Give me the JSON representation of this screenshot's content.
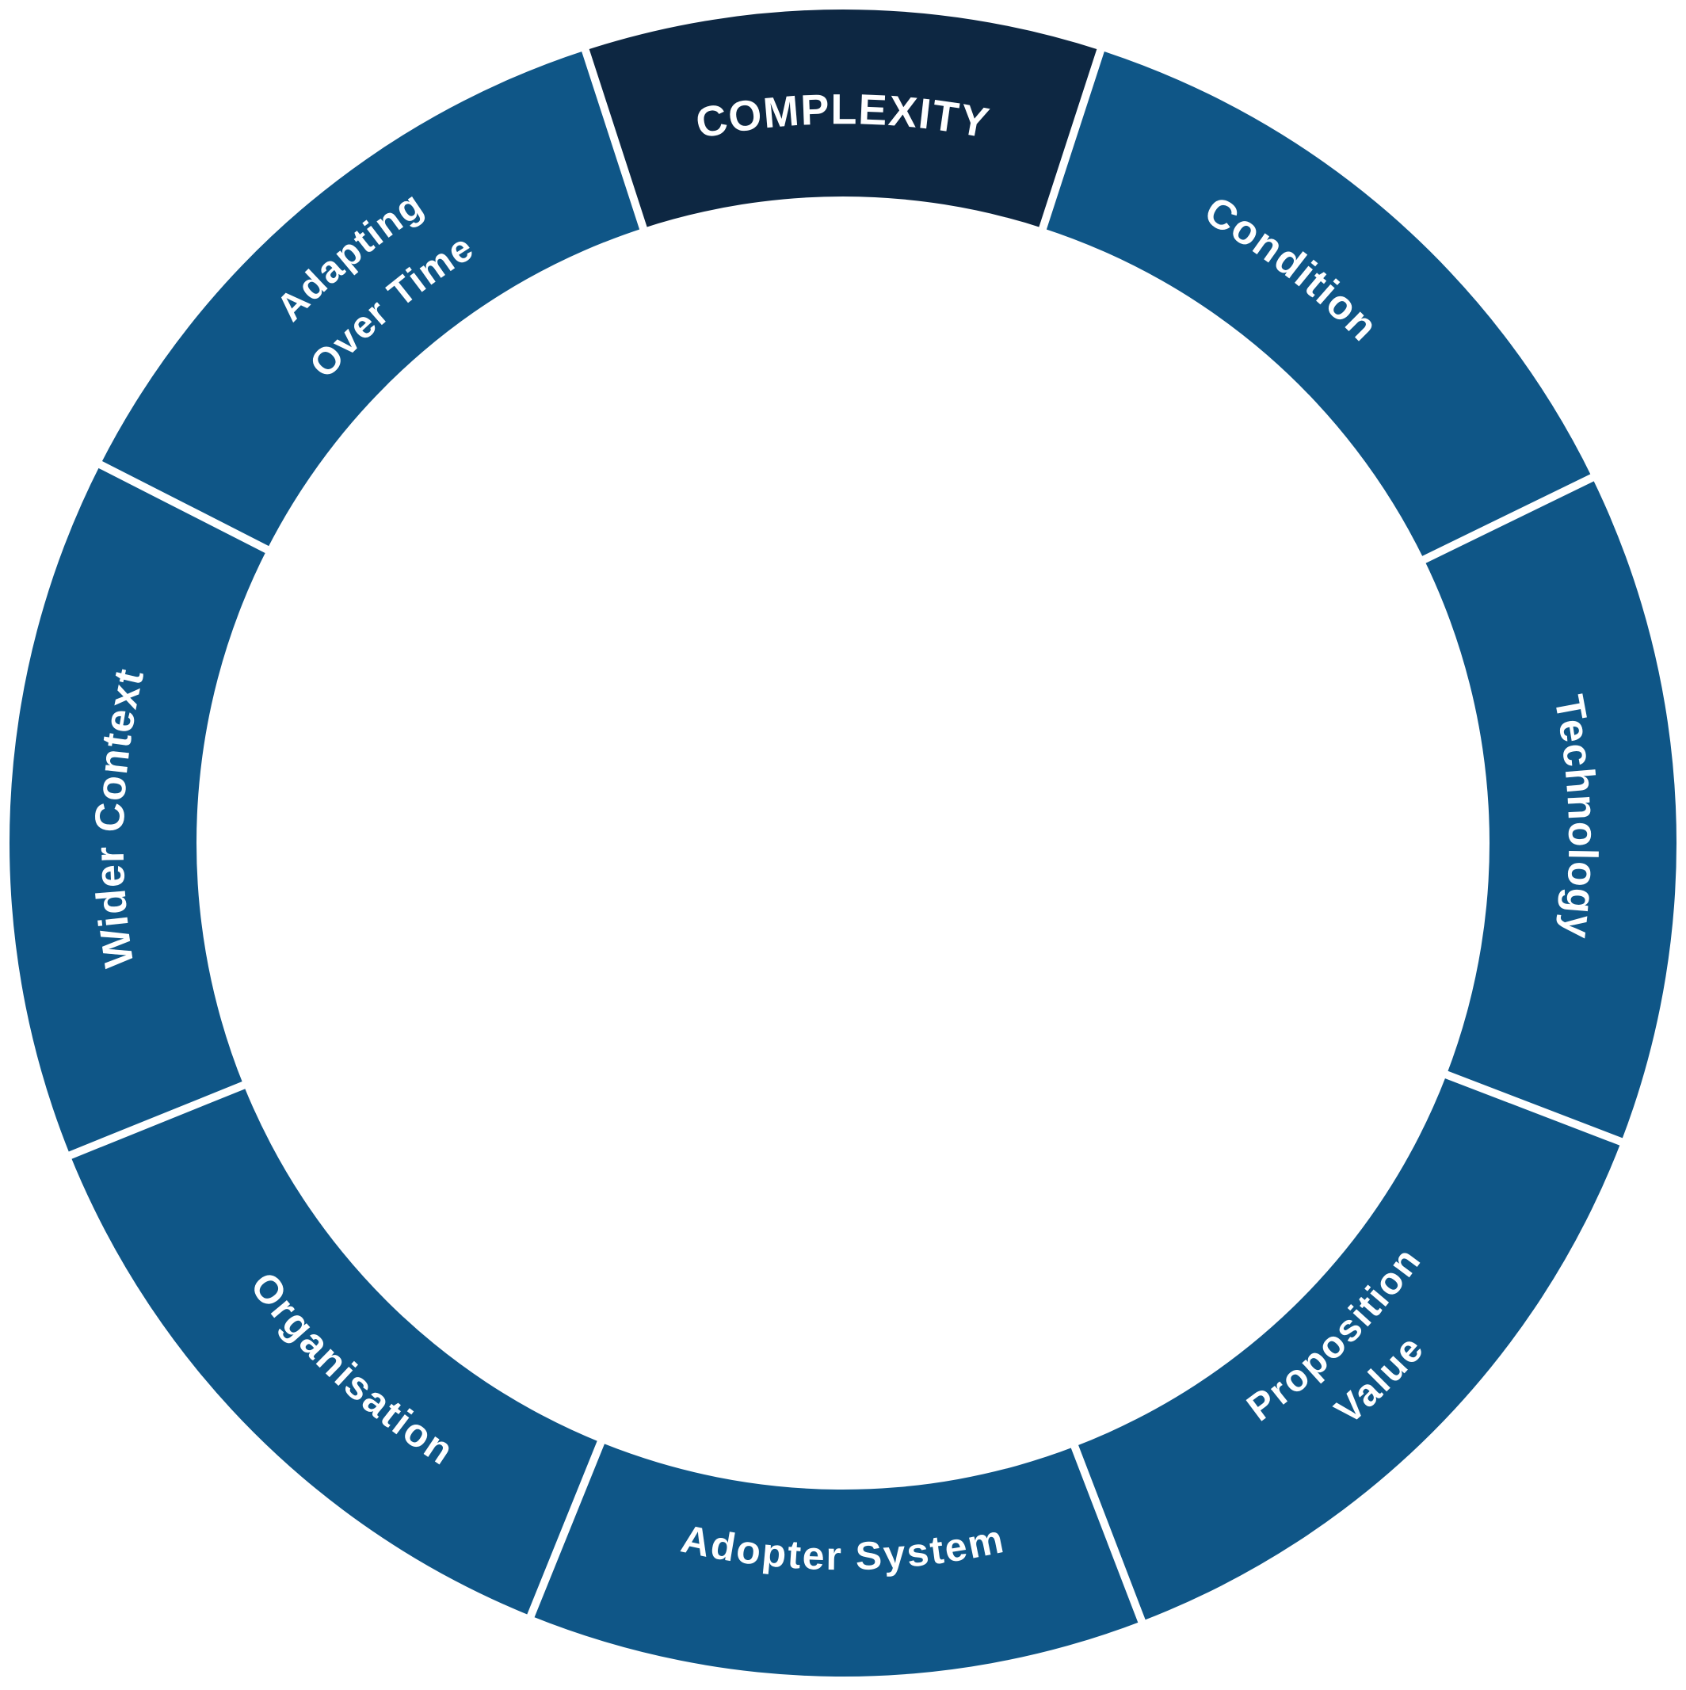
{
  "diagram": {
    "colors": {
      "segment": "#0f5687",
      "highlight": "#0d2742",
      "text": "#ffffff",
      "divider": "#ffffff"
    },
    "segments": [
      {
        "id": "complexity",
        "lines": [
          "COMPLEXITY"
        ],
        "highlight": true
      },
      {
        "id": "condition",
        "lines": [
          "Condition"
        ],
        "highlight": false
      },
      {
        "id": "technology",
        "lines": [
          "Technology"
        ],
        "highlight": false
      },
      {
        "id": "value-proposition",
        "lines": [
          "Value",
          "Proposition"
        ],
        "highlight": false
      },
      {
        "id": "adopter-system",
        "lines": [
          "Adopter System"
        ],
        "highlight": false
      },
      {
        "id": "organisation",
        "lines": [
          "Organisation"
        ],
        "highlight": false
      },
      {
        "id": "wider-context",
        "lines": [
          "Wider Context"
        ],
        "highlight": false
      },
      {
        "id": "adapting-over-time",
        "lines": [
          "Adapting",
          "Over Time"
        ],
        "highlight": false
      }
    ]
  }
}
